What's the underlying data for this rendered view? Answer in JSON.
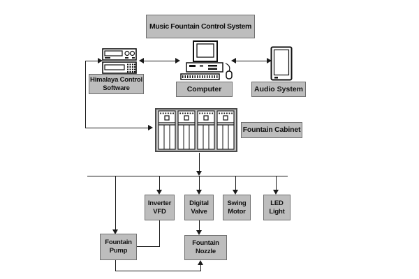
{
  "diagram": {
    "title": {
      "label": "Music Fountain Control System"
    },
    "nodes": {
      "himalaya_software": {
        "label": [
          "Himalaya Control",
          "Software"
        ],
        "icon": "rack-controller-icon"
      },
      "computer": {
        "label": [
          "Computer"
        ],
        "icon": "desktop-computer-icon"
      },
      "audio_system": {
        "label": [
          "Audio System"
        ],
        "icon": "speaker-icon"
      },
      "fountain_cabinet": {
        "label": [
          "Fountain Cabinet"
        ],
        "icon": "control-cabinet-icon"
      },
      "inverter_vfd": {
        "label": [
          "Inverter",
          "VFD"
        ]
      },
      "digital_valve": {
        "label": [
          "Digital",
          "Valve"
        ]
      },
      "swing_motor": {
        "label": [
          "Swing",
          "Motor"
        ]
      },
      "led_light": {
        "label": [
          "LED",
          "Light"
        ]
      },
      "fountain_pump": {
        "label": [
          "Fountain",
          "Pump"
        ]
      },
      "fountain_nozzle": {
        "label": [
          "Fountain",
          "Nozzle"
        ]
      }
    },
    "edges": [
      {
        "from": "himalaya_software",
        "to": "computer",
        "style": "double-arrow"
      },
      {
        "from": "computer",
        "to": "audio_system",
        "style": "double-arrow"
      },
      {
        "from": "himalaya_software_branch",
        "to": "himalaya_software",
        "style": "arrow"
      },
      {
        "from": "himalaya_software_branch",
        "to": "fountain_cabinet",
        "style": "arrow"
      },
      {
        "from": "fountain_cabinet",
        "to": "distribution_bus",
        "style": "arrow"
      },
      {
        "from": "distribution_bus",
        "to": "fountain_pump",
        "style": "arrow"
      },
      {
        "from": "distribution_bus",
        "to": "inverter_vfd",
        "style": "arrow"
      },
      {
        "from": "distribution_bus",
        "to": "digital_valve",
        "style": "arrow"
      },
      {
        "from": "distribution_bus",
        "to": "swing_motor",
        "style": "arrow"
      },
      {
        "from": "distribution_bus",
        "to": "led_light",
        "style": "arrow"
      },
      {
        "from": "inverter_vfd",
        "to": "fountain_pump",
        "style": "line"
      },
      {
        "from": "digital_valve",
        "to": "fountain_nozzle",
        "style": "arrow"
      },
      {
        "from": "fountain_pump",
        "to": "fountain_nozzle",
        "style": "arrow"
      }
    ],
    "colors": {
      "box_fill": "#bdbdbd",
      "box_border": "#6f6f6f",
      "line": "#1a1a1a",
      "background": "#ffffff"
    }
  }
}
